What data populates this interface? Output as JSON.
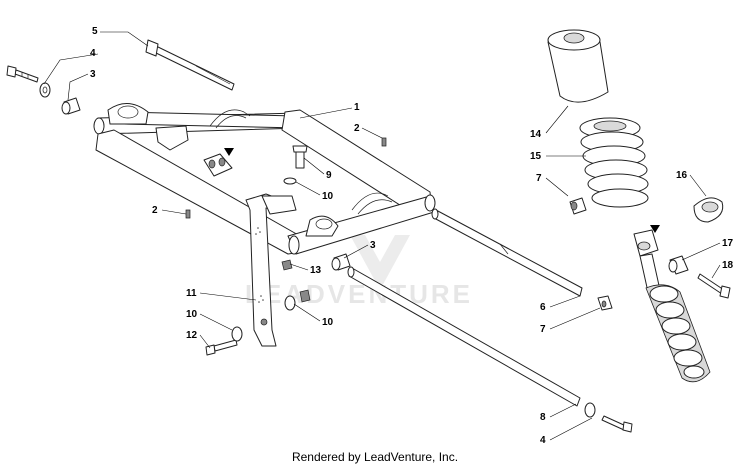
{
  "watermark": "LEADVENTURE",
  "footer": "Rendered by LeadVenture, Inc.",
  "callouts": [
    "5",
    "4",
    "3",
    "1",
    "2",
    "9",
    "10",
    "2",
    "11",
    "10",
    "12",
    "13",
    "3",
    "10",
    "14",
    "15",
    "7",
    "16",
    "17",
    "18",
    "6",
    "7",
    "8",
    "4"
  ]
}
